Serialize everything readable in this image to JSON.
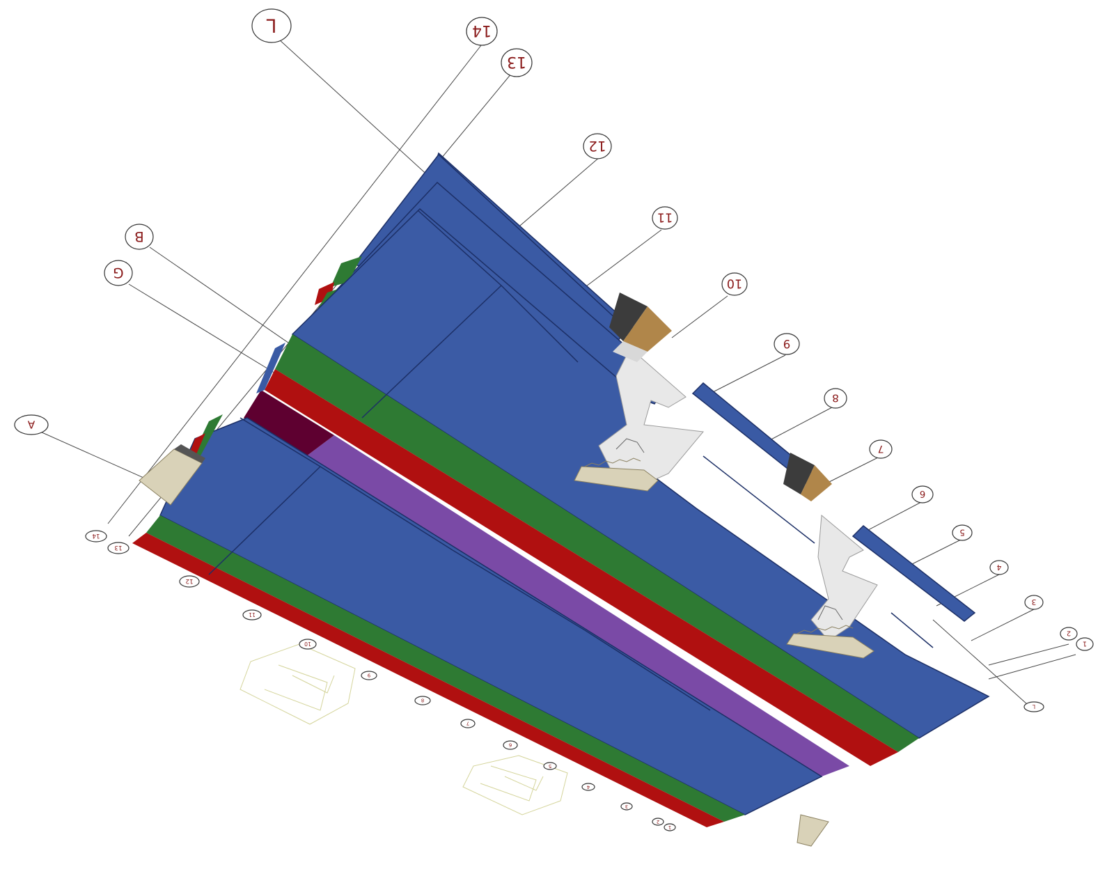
{
  "colors": {
    "slab_blue": "#3a5aa4",
    "slab_blue_dark": "#1c2f66",
    "band_green": "#2e7a33",
    "band_red": "#b01010",
    "band_purple": "#7a4aa6",
    "band_maroon": "#5e0030",
    "stair_concrete": "#d9d2b8",
    "core_white": "#e6e6e6",
    "wood": "#b0864a",
    "dark_box": "#3c3c3c",
    "grid_bubble_text": "#8a1a1a",
    "leader_line": "#444444",
    "wireframe": "#d4d49a"
  },
  "grid_bubbles_top": [
    {
      "id": "bubble-L",
      "label": "L"
    },
    {
      "id": "bubble-14",
      "label": "14"
    },
    {
      "id": "bubble-13",
      "label": "13"
    },
    {
      "id": "bubble-12",
      "label": "12"
    },
    {
      "id": "bubble-11",
      "label": "11"
    },
    {
      "id": "bubble-10",
      "label": "10"
    },
    {
      "id": "bubble-B",
      "label": "B"
    },
    {
      "id": "bubble-G",
      "label": "G"
    },
    {
      "id": "bubble-9",
      "label": "9"
    },
    {
      "id": "bubble-8",
      "label": "8"
    },
    {
      "id": "bubble-7",
      "label": "7"
    },
    {
      "id": "bubble-6",
      "label": "6"
    },
    {
      "id": "bubble-5",
      "label": "5"
    },
    {
      "id": "bubble-4",
      "label": "4"
    },
    {
      "id": "bubble-3",
      "label": "3"
    },
    {
      "id": "bubble-2",
      "label": "2"
    },
    {
      "id": "bubble-1",
      "label": "1"
    },
    {
      "id": "bubble-A",
      "label": "A"
    }
  ],
  "grid_bubbles_small": [
    {
      "id": "small-14",
      "label": "14"
    },
    {
      "id": "small-13",
      "label": "13"
    },
    {
      "id": "small-12",
      "label": "12"
    },
    {
      "id": "small-11",
      "label": "11"
    },
    {
      "id": "small-10",
      "label": "10"
    },
    {
      "id": "small-9",
      "label": "9"
    },
    {
      "id": "small-8",
      "label": "8"
    },
    {
      "id": "small-7",
      "label": "7"
    },
    {
      "id": "small-6",
      "label": "6"
    },
    {
      "id": "small-5",
      "label": "5"
    },
    {
      "id": "small-4",
      "label": "4"
    },
    {
      "id": "small-3",
      "label": "3"
    },
    {
      "id": "small-2",
      "label": "2"
    },
    {
      "id": "small-1",
      "label": "1"
    },
    {
      "id": "small-L",
      "label": "L"
    }
  ]
}
